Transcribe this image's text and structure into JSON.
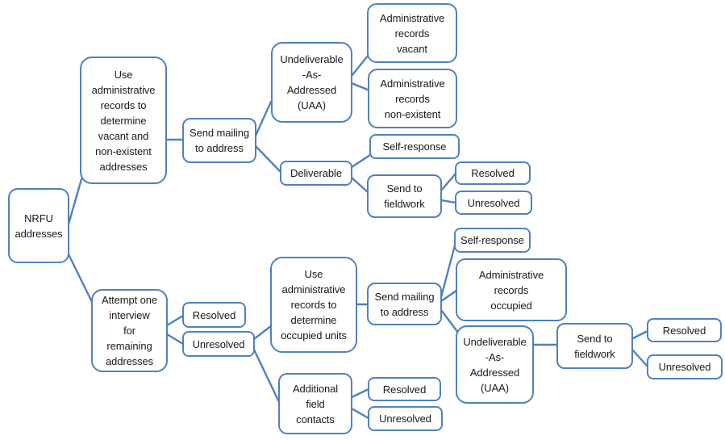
{
  "diagram": {
    "accent_color": "#4F81BD",
    "background_color": "#FFFFFF",
    "text_color": "#1A1A1A"
  },
  "nodes": {
    "nrfu": {
      "label": "NRFU\naddresses"
    },
    "use_admin_vacant": {
      "label": "Use\nadministrative\nrecords to\ndetermine\nvacant and\nnon-existent\naddresses"
    },
    "send_mailing_1": {
      "label": "Send mailing\nto address"
    },
    "uaa_1": {
      "label": "Undeliverable\n-As-\nAddressed\n(UAA)"
    },
    "admin_vacant": {
      "label": "Administrative\nrecords\nvacant"
    },
    "admin_nonexistent": {
      "label": "Administrative\nrecords\nnon-existent"
    },
    "self_response_1": {
      "label": "Self-response"
    },
    "deliverable": {
      "label": "Deliverable"
    },
    "send_fieldwork_1": {
      "label": "Send to\nfieldwork"
    },
    "resolved_1": {
      "label": "Resolved"
    },
    "unresolved_1": {
      "label": "Unresolved"
    },
    "attempt_one": {
      "label": "Attempt one\ninterview\nfor\nremaining\naddresses"
    },
    "resolved_2": {
      "label": "Resolved"
    },
    "unresolved_2": {
      "label": "Unresolved"
    },
    "use_admin_occupied": {
      "label": "Use\nadministrative\nrecords to\ndetermine\noccupied units"
    },
    "send_mailing_2": {
      "label": "Send mailing\nto address"
    },
    "self_response_2": {
      "label": "Self-response"
    },
    "admin_occupied": {
      "label": "Administrative\nrecords\noccupied"
    },
    "uaa_2": {
      "label": "Undeliverable\n-As-\nAddressed\n(UAA)"
    },
    "send_fieldwork_2": {
      "label": "Send to\nfieldwork"
    },
    "resolved_3": {
      "label": "Resolved"
    },
    "unresolved_3": {
      "label": "Unresolved"
    },
    "additional_field": {
      "label": "Additional\nfield\ncontacts"
    },
    "resolved_4": {
      "label": "Resolved"
    },
    "unresolved_4": {
      "label": "Unresolved"
    }
  },
  "edges": [
    {
      "from": "nrfu",
      "to": "use_admin_vacant"
    },
    {
      "from": "nrfu",
      "to": "attempt_one"
    },
    {
      "from": "use_admin_vacant",
      "to": "send_mailing_1"
    },
    {
      "from": "send_mailing_1",
      "to": "uaa_1"
    },
    {
      "from": "send_mailing_1",
      "to": "deliverable"
    },
    {
      "from": "uaa_1",
      "to": "admin_vacant"
    },
    {
      "from": "uaa_1",
      "to": "admin_nonexistent"
    },
    {
      "from": "deliverable",
      "to": "self_response_1"
    },
    {
      "from": "deliverable",
      "to": "send_fieldwork_1"
    },
    {
      "from": "send_fieldwork_1",
      "to": "resolved_1"
    },
    {
      "from": "send_fieldwork_1",
      "to": "unresolved_1"
    },
    {
      "from": "attempt_one",
      "to": "resolved_2"
    },
    {
      "from": "attempt_one",
      "to": "unresolved_2"
    },
    {
      "from": "unresolved_2",
      "to": "use_admin_occupied"
    },
    {
      "from": "unresolved_2",
      "to": "additional_field"
    },
    {
      "from": "use_admin_occupied",
      "to": "send_mailing_2"
    },
    {
      "from": "send_mailing_2",
      "to": "self_response_2"
    },
    {
      "from": "send_mailing_2",
      "to": "admin_occupied"
    },
    {
      "from": "send_mailing_2",
      "to": "uaa_2"
    },
    {
      "from": "uaa_2",
      "to": "send_fieldwork_2"
    },
    {
      "from": "send_fieldwork_2",
      "to": "resolved_3"
    },
    {
      "from": "send_fieldwork_2",
      "to": "unresolved_3"
    },
    {
      "from": "additional_field",
      "to": "resolved_4"
    },
    {
      "from": "additional_field",
      "to": "unresolved_4"
    }
  ]
}
